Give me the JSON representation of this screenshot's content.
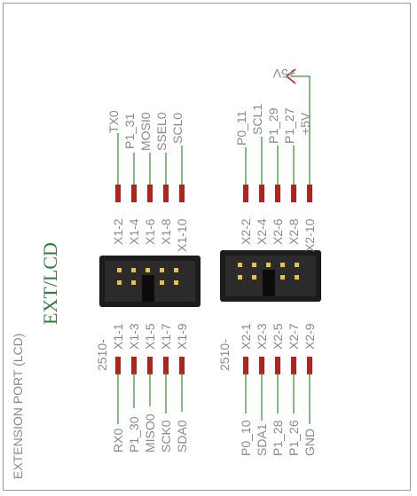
{
  "title": "EXTENSION PORT (LCD)",
  "subtitle": "EXT/LCD",
  "supply_label": "+5V",
  "connectors": [
    {
      "part": "2510-",
      "pins_odd": [
        "X1-1",
        "X1-3",
        "X1-5",
        "X1-7",
        "X1-9"
      ],
      "nets_odd": [
        "RX0",
        "P1_30",
        "MISO0",
        "SCK0",
        "SDA0"
      ],
      "pins_even": [
        "X1-2",
        "X1-4",
        "X1-6",
        "X1-8",
        "X1-10"
      ],
      "nets_even": [
        "TX0",
        "P1_31",
        "MOSI0",
        "SSEL0",
        "SCL0"
      ]
    },
    {
      "part": "2510-",
      "pins_odd": [
        "X2-1",
        "X2-3",
        "X2-5",
        "X2-7",
        "X2-9"
      ],
      "nets_odd": [
        "P0_10",
        "SDA1",
        "P1_28",
        "P1_26",
        "GND"
      ],
      "pins_even": [
        "X2-2",
        "X2-4",
        "X2-6",
        "X2-8",
        "X2-10"
      ],
      "nets_even": [
        "P0_11",
        "SCL1",
        "P1_29",
        "P1_27",
        "+5V"
      ]
    }
  ],
  "colors": {
    "wire": "#3a9a3a",
    "pad": "#b0241c",
    "text": "#8a8a8a",
    "heading": "#2e7d3a",
    "supply": "#b0241c"
  }
}
